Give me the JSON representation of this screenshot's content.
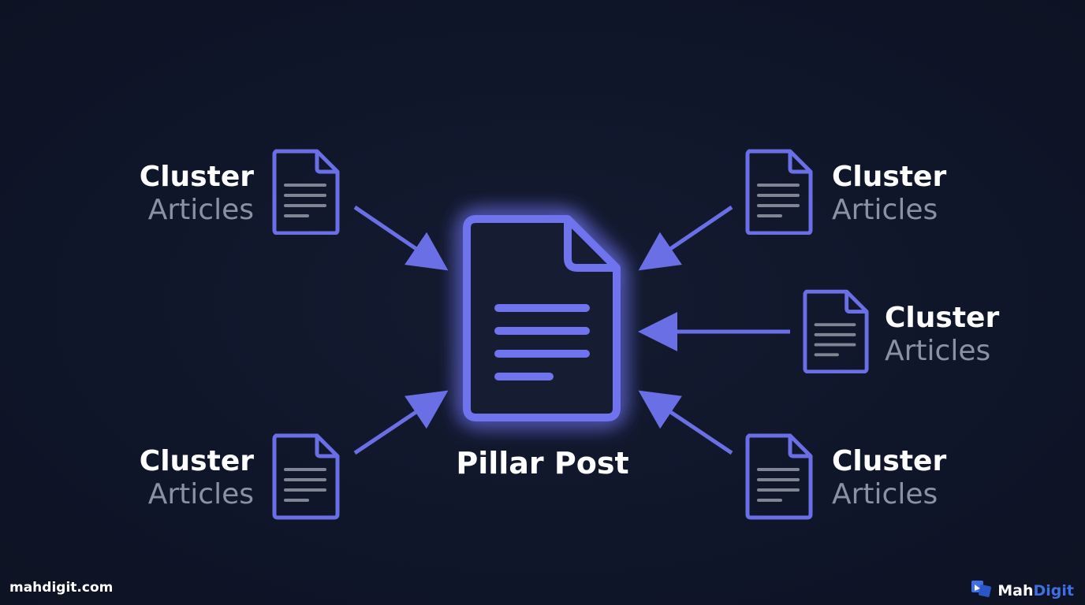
{
  "colors": {
    "background": "#10162a",
    "accent": "#6b6fe6",
    "glow": "#7d80ff",
    "title_text": "#ffffff",
    "sub_text": "#8a91a3",
    "line_gray": "#808593",
    "brand_blue": "#3f6fe0"
  },
  "pillar": {
    "label": "Pillar Post",
    "icon": "document-icon"
  },
  "clusters": [
    {
      "id": "top-left",
      "title": "Cluster",
      "subtitle": "Articles",
      "icon": "document-icon"
    },
    {
      "id": "top-right",
      "title": "Cluster",
      "subtitle": "Articles",
      "icon": "document-icon"
    },
    {
      "id": "middle-right",
      "title": "Cluster",
      "subtitle": "Articles",
      "icon": "document-icon"
    },
    {
      "id": "bottom-left",
      "title": "Cluster",
      "subtitle": "Articles",
      "icon": "document-icon"
    },
    {
      "id": "bottom-right",
      "title": "Cluster",
      "subtitle": "Articles",
      "icon": "document-icon"
    }
  ],
  "footer": {
    "site": "mahdigit.com",
    "brand_part1": "Mah",
    "brand_part2": "Digit",
    "brand_icon": "mahdigit-logo-icon"
  }
}
